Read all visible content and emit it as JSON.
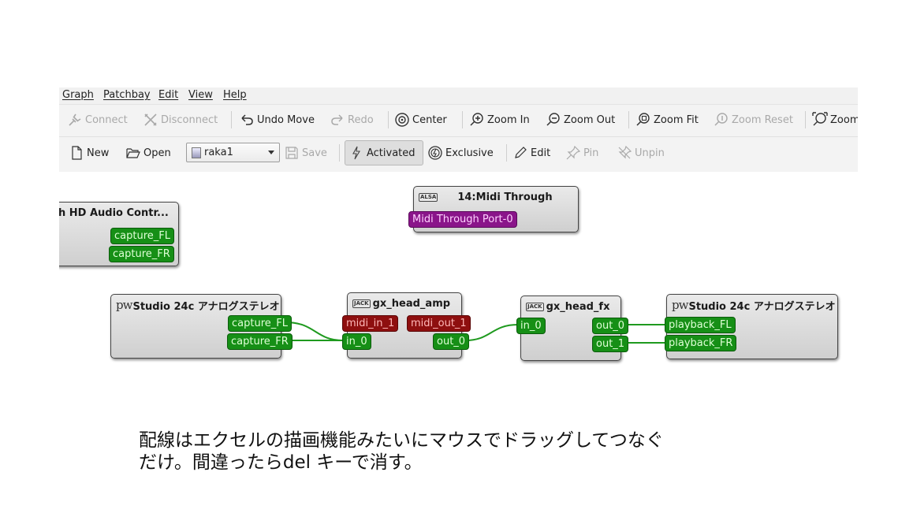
{
  "menu": [
    "Graph",
    "Patchbay",
    "Edit",
    "View",
    "Help"
  ],
  "toolbar1": {
    "connect": "Connect",
    "disconnect": "Disconnect",
    "undo_move": "Undo Move",
    "redo": "Redo",
    "center": "Center",
    "zoom_in": "Zoom In",
    "zoom_out": "Zoom Out",
    "zoom_fit": "Zoom Fit",
    "zoom_reset": "Zoom Reset",
    "zoom_more": "Zoom"
  },
  "toolbar2": {
    "new": "New",
    "open": "Open",
    "patchbay_selected": "raka1",
    "save": "Save",
    "activated": "Activated",
    "exclusive": "Exclusive",
    "edit": "Edit",
    "pin": "Pin",
    "unpin": "Unpin"
  },
  "icons": {
    "connect": "plug-icon",
    "disconnect": "unplug-icon",
    "undo": "undo-icon",
    "redo": "redo-icon",
    "center": "center-icon",
    "zoom_in": "zoom-in-icon",
    "zoom_out": "zoom-out-icon",
    "zoom_fit": "zoom-fit-icon",
    "zoom_reset": "zoom-reset-icon",
    "new": "new-document-icon",
    "open": "folder-open-icon",
    "save": "save-icon",
    "activated": "lightning-icon",
    "exclusive": "exclusive-icon",
    "edit": "pencil-icon",
    "pin": "pin-icon",
    "unpin": "unpin-icon"
  },
  "graph": {
    "hd_audio": {
      "title": "h HD Audio Contr...",
      "ports": [
        "capture_FL",
        "capture_FR"
      ]
    },
    "midi_through": {
      "badge": "ALSA",
      "title": "14:Midi Through",
      "ports": [
        "Midi Through Port-0"
      ]
    },
    "studio_in": {
      "badge": "pw",
      "title": "Studio 24c アナログステレオ",
      "ports": [
        "capture_FL",
        "capture_FR"
      ]
    },
    "gx_head_amp": {
      "badge": "JACK",
      "title": "gx_head_amp",
      "ports_in": [
        "midi_in_1",
        "in_0"
      ],
      "ports_out": [
        "midi_out_1",
        "out_0"
      ]
    },
    "gx_head_fx": {
      "badge": "JACK",
      "title": "gx_head_fx",
      "ports_in": [
        "in_0"
      ],
      "ports_out": [
        "out_0",
        "out_1"
      ]
    },
    "studio_out": {
      "badge": "pw",
      "title": "Studio 24c アナログステレオ",
      "ports": [
        "playback_FL",
        "playback_FR"
      ]
    }
  },
  "colors": {
    "audio_port": "#168f16",
    "midi_port": "#8e0f0f",
    "alsa_port": "#8a158a",
    "wire": "#1f9a1f"
  },
  "caption": {
    "line1": "配線はエクセルの描画機能みたいにマウスでドラッグしてつなぐ",
    "line2": "だけ。間違ったらdel キーで消す。"
  }
}
